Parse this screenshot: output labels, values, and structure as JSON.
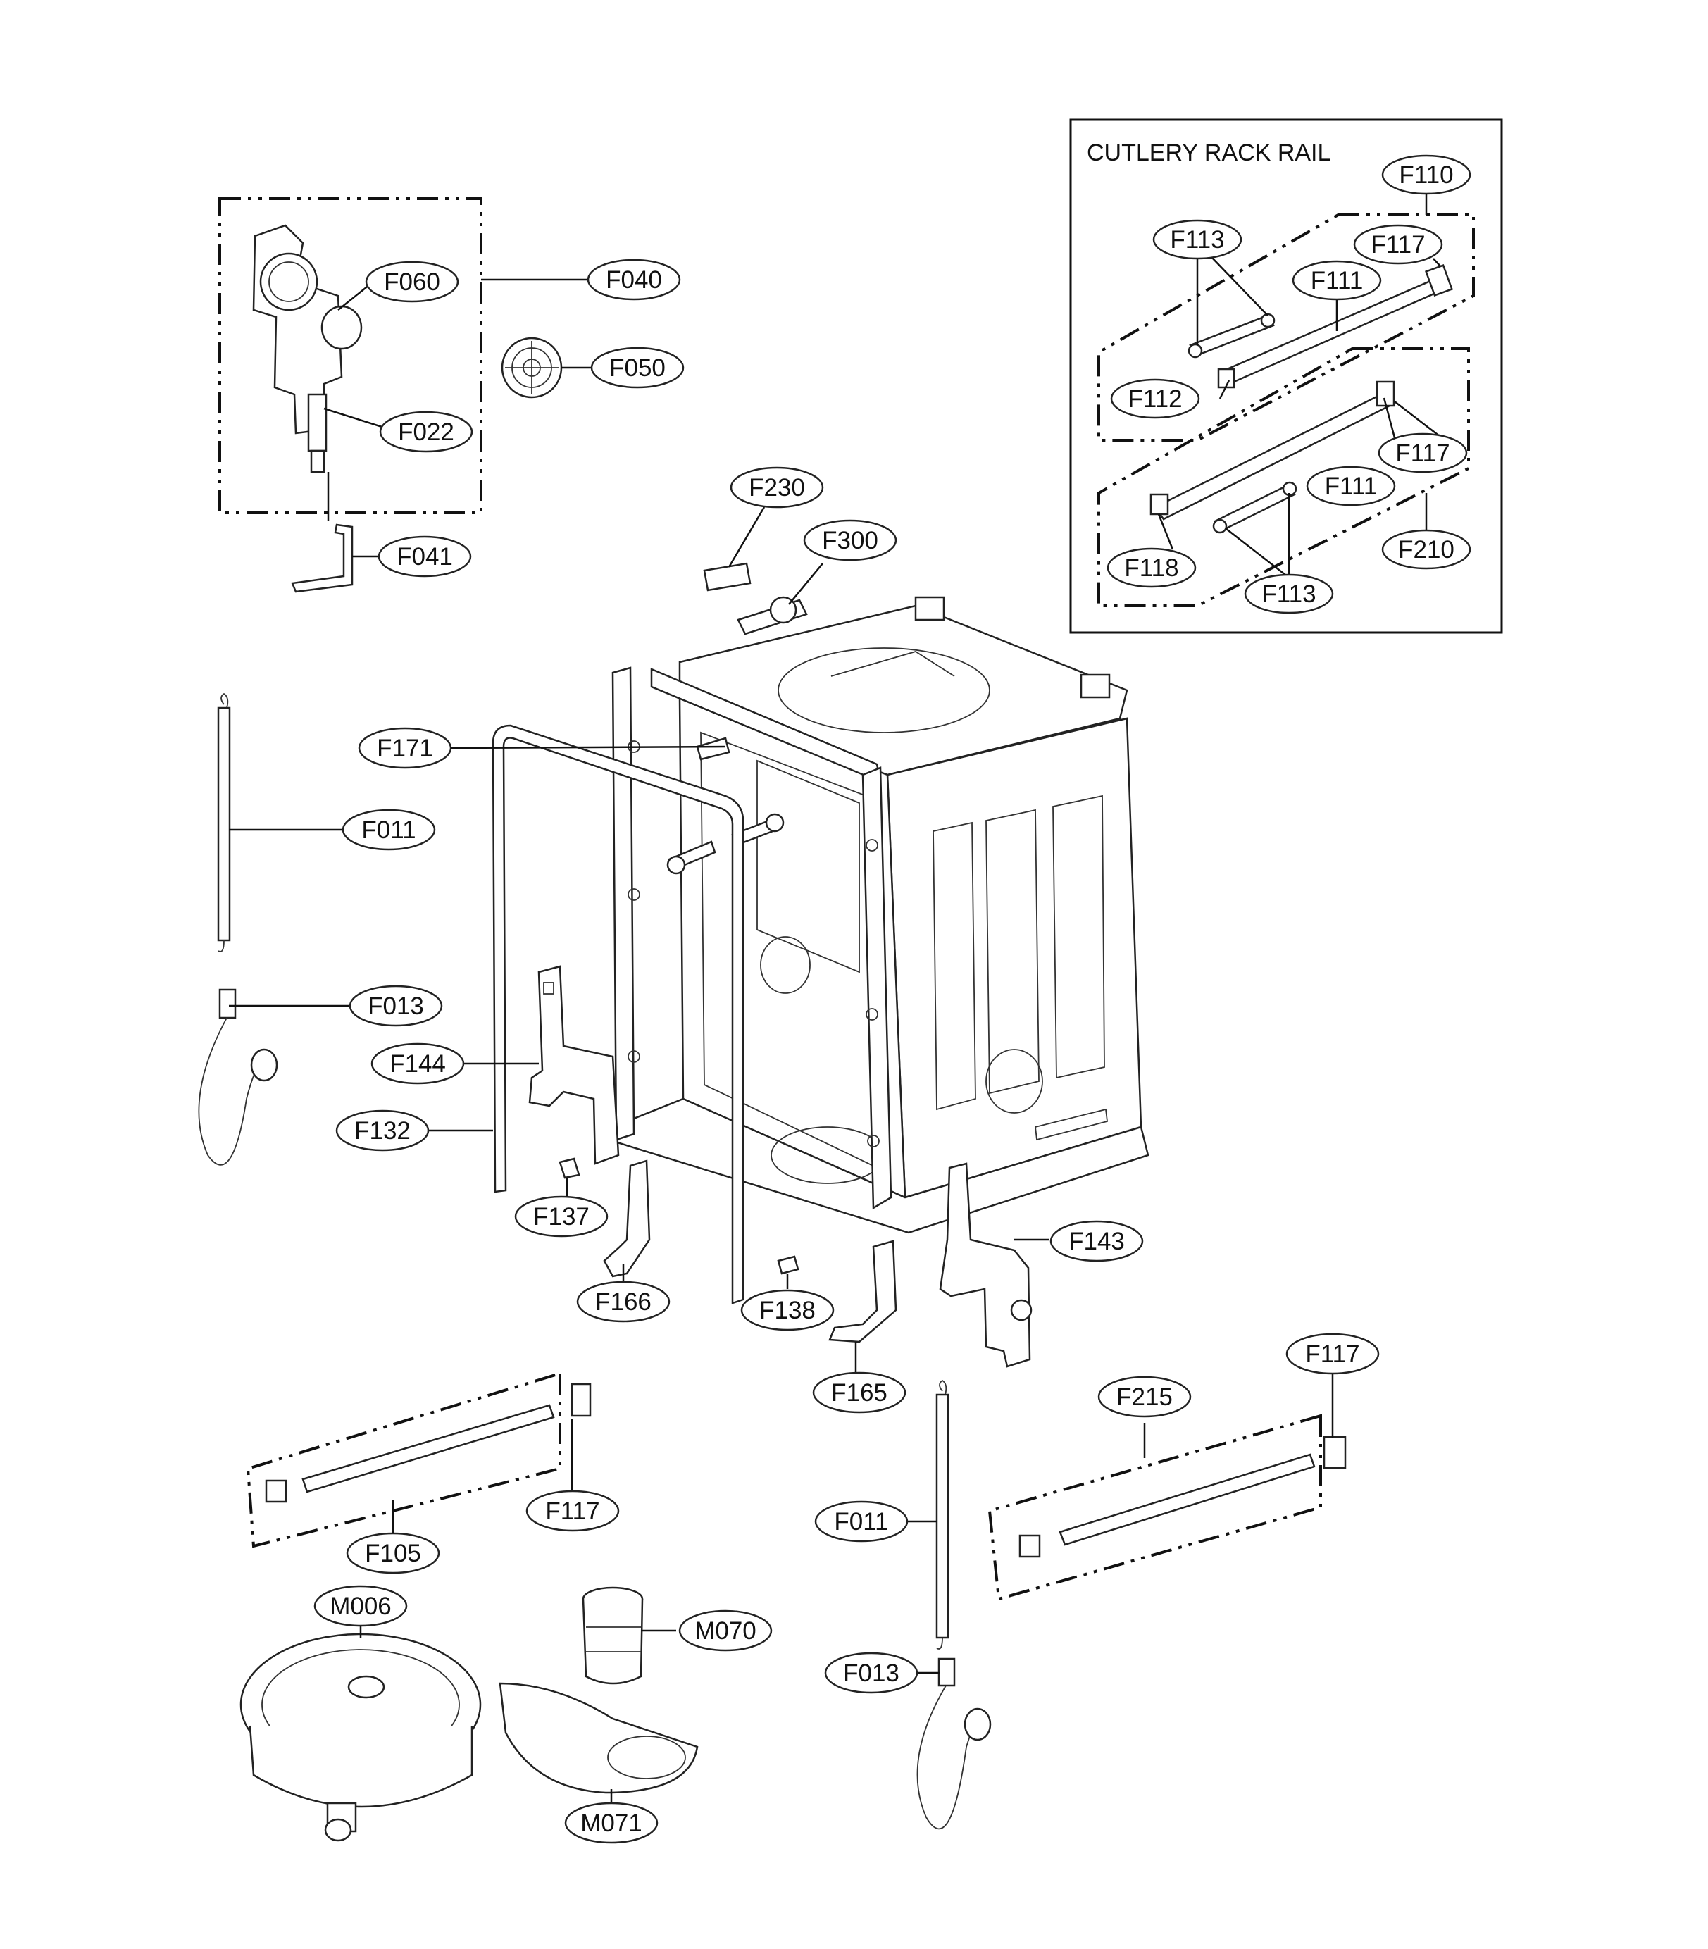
{
  "inset": {
    "title": "CUTLERY RACK RAIL"
  },
  "callouts": {
    "f060": "F060",
    "f040": "F040",
    "f050": "F050",
    "f022": "F022",
    "f041": "F041",
    "f230": "F230",
    "f300": "F300",
    "f171": "F171",
    "f011_top": "F011",
    "f013_left": "F013",
    "f144": "F144",
    "f132": "F132",
    "f137": "F137",
    "f143": "F143",
    "f166": "F166",
    "f138": "F138",
    "f165": "F165",
    "f117_bottom_right": "F117",
    "f215": "F215",
    "f117_bottom_left": "F117",
    "f011_bottom": "F011",
    "f105": "F105",
    "m006": "M006",
    "m070": "M070",
    "f013_right": "F013",
    "m071": "M071",
    "inset_f110": "F110",
    "inset_f113_top": "F113",
    "inset_f117_top": "F117",
    "inset_f111_top": "F111",
    "inset_f112": "F112",
    "inset_f117_mid": "F117",
    "inset_f111_bottom": "F111",
    "inset_f210": "F210",
    "inset_f118": "F118",
    "inset_f113_bottom": "F113"
  }
}
